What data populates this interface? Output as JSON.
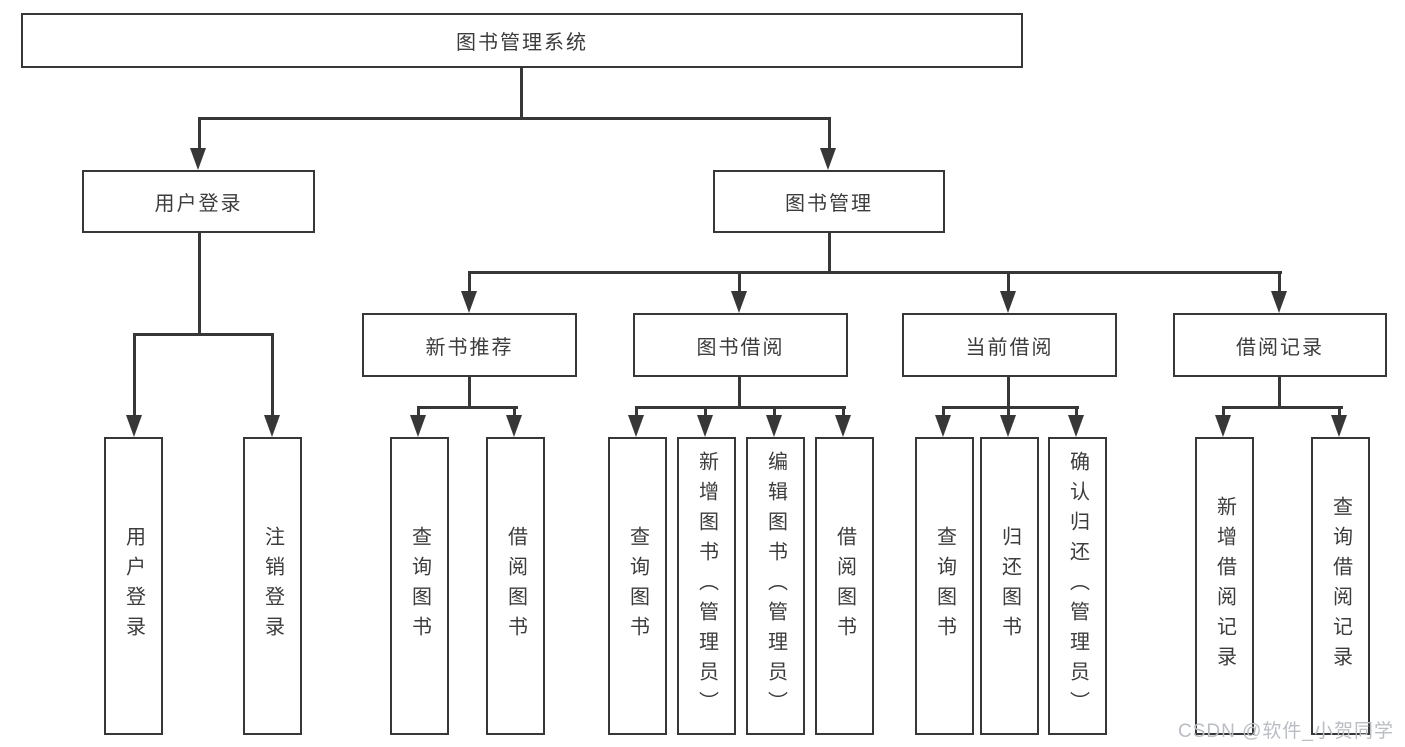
{
  "tree": {
    "root": {
      "label": "图书管理系统"
    },
    "level1": [
      {
        "label": "用户登录",
        "children": [
          {
            "label": "用户登录"
          },
          {
            "label": "注销登录"
          }
        ]
      },
      {
        "label": "图书管理",
        "children": [
          {
            "label": "新书推荐",
            "children": [
              {
                "label": "查询图书"
              },
              {
                "label": "借阅图书"
              }
            ]
          },
          {
            "label": "图书借阅",
            "children": [
              {
                "label": "查询图书"
              },
              {
                "label": "新增图书（管理员）"
              },
              {
                "label": "编辑图书（管理员）"
              },
              {
                "label": "借阅图书"
              }
            ]
          },
          {
            "label": "当前借阅",
            "children": [
              {
                "label": "查询图书"
              },
              {
                "label": "归还图书"
              },
              {
                "label": "确认归还（管理员）"
              }
            ]
          },
          {
            "label": "借阅记录",
            "children": [
              {
                "label": "新增借阅记录"
              },
              {
                "label": "查询借阅记录"
              }
            ]
          }
        ]
      }
    ]
  },
  "watermark": "CSDN @软件_小贺同学",
  "colors": {
    "line": "#373737",
    "text": "#3c3c3c",
    "watermark": "#b9bdc4",
    "background": "#ffffff"
  }
}
